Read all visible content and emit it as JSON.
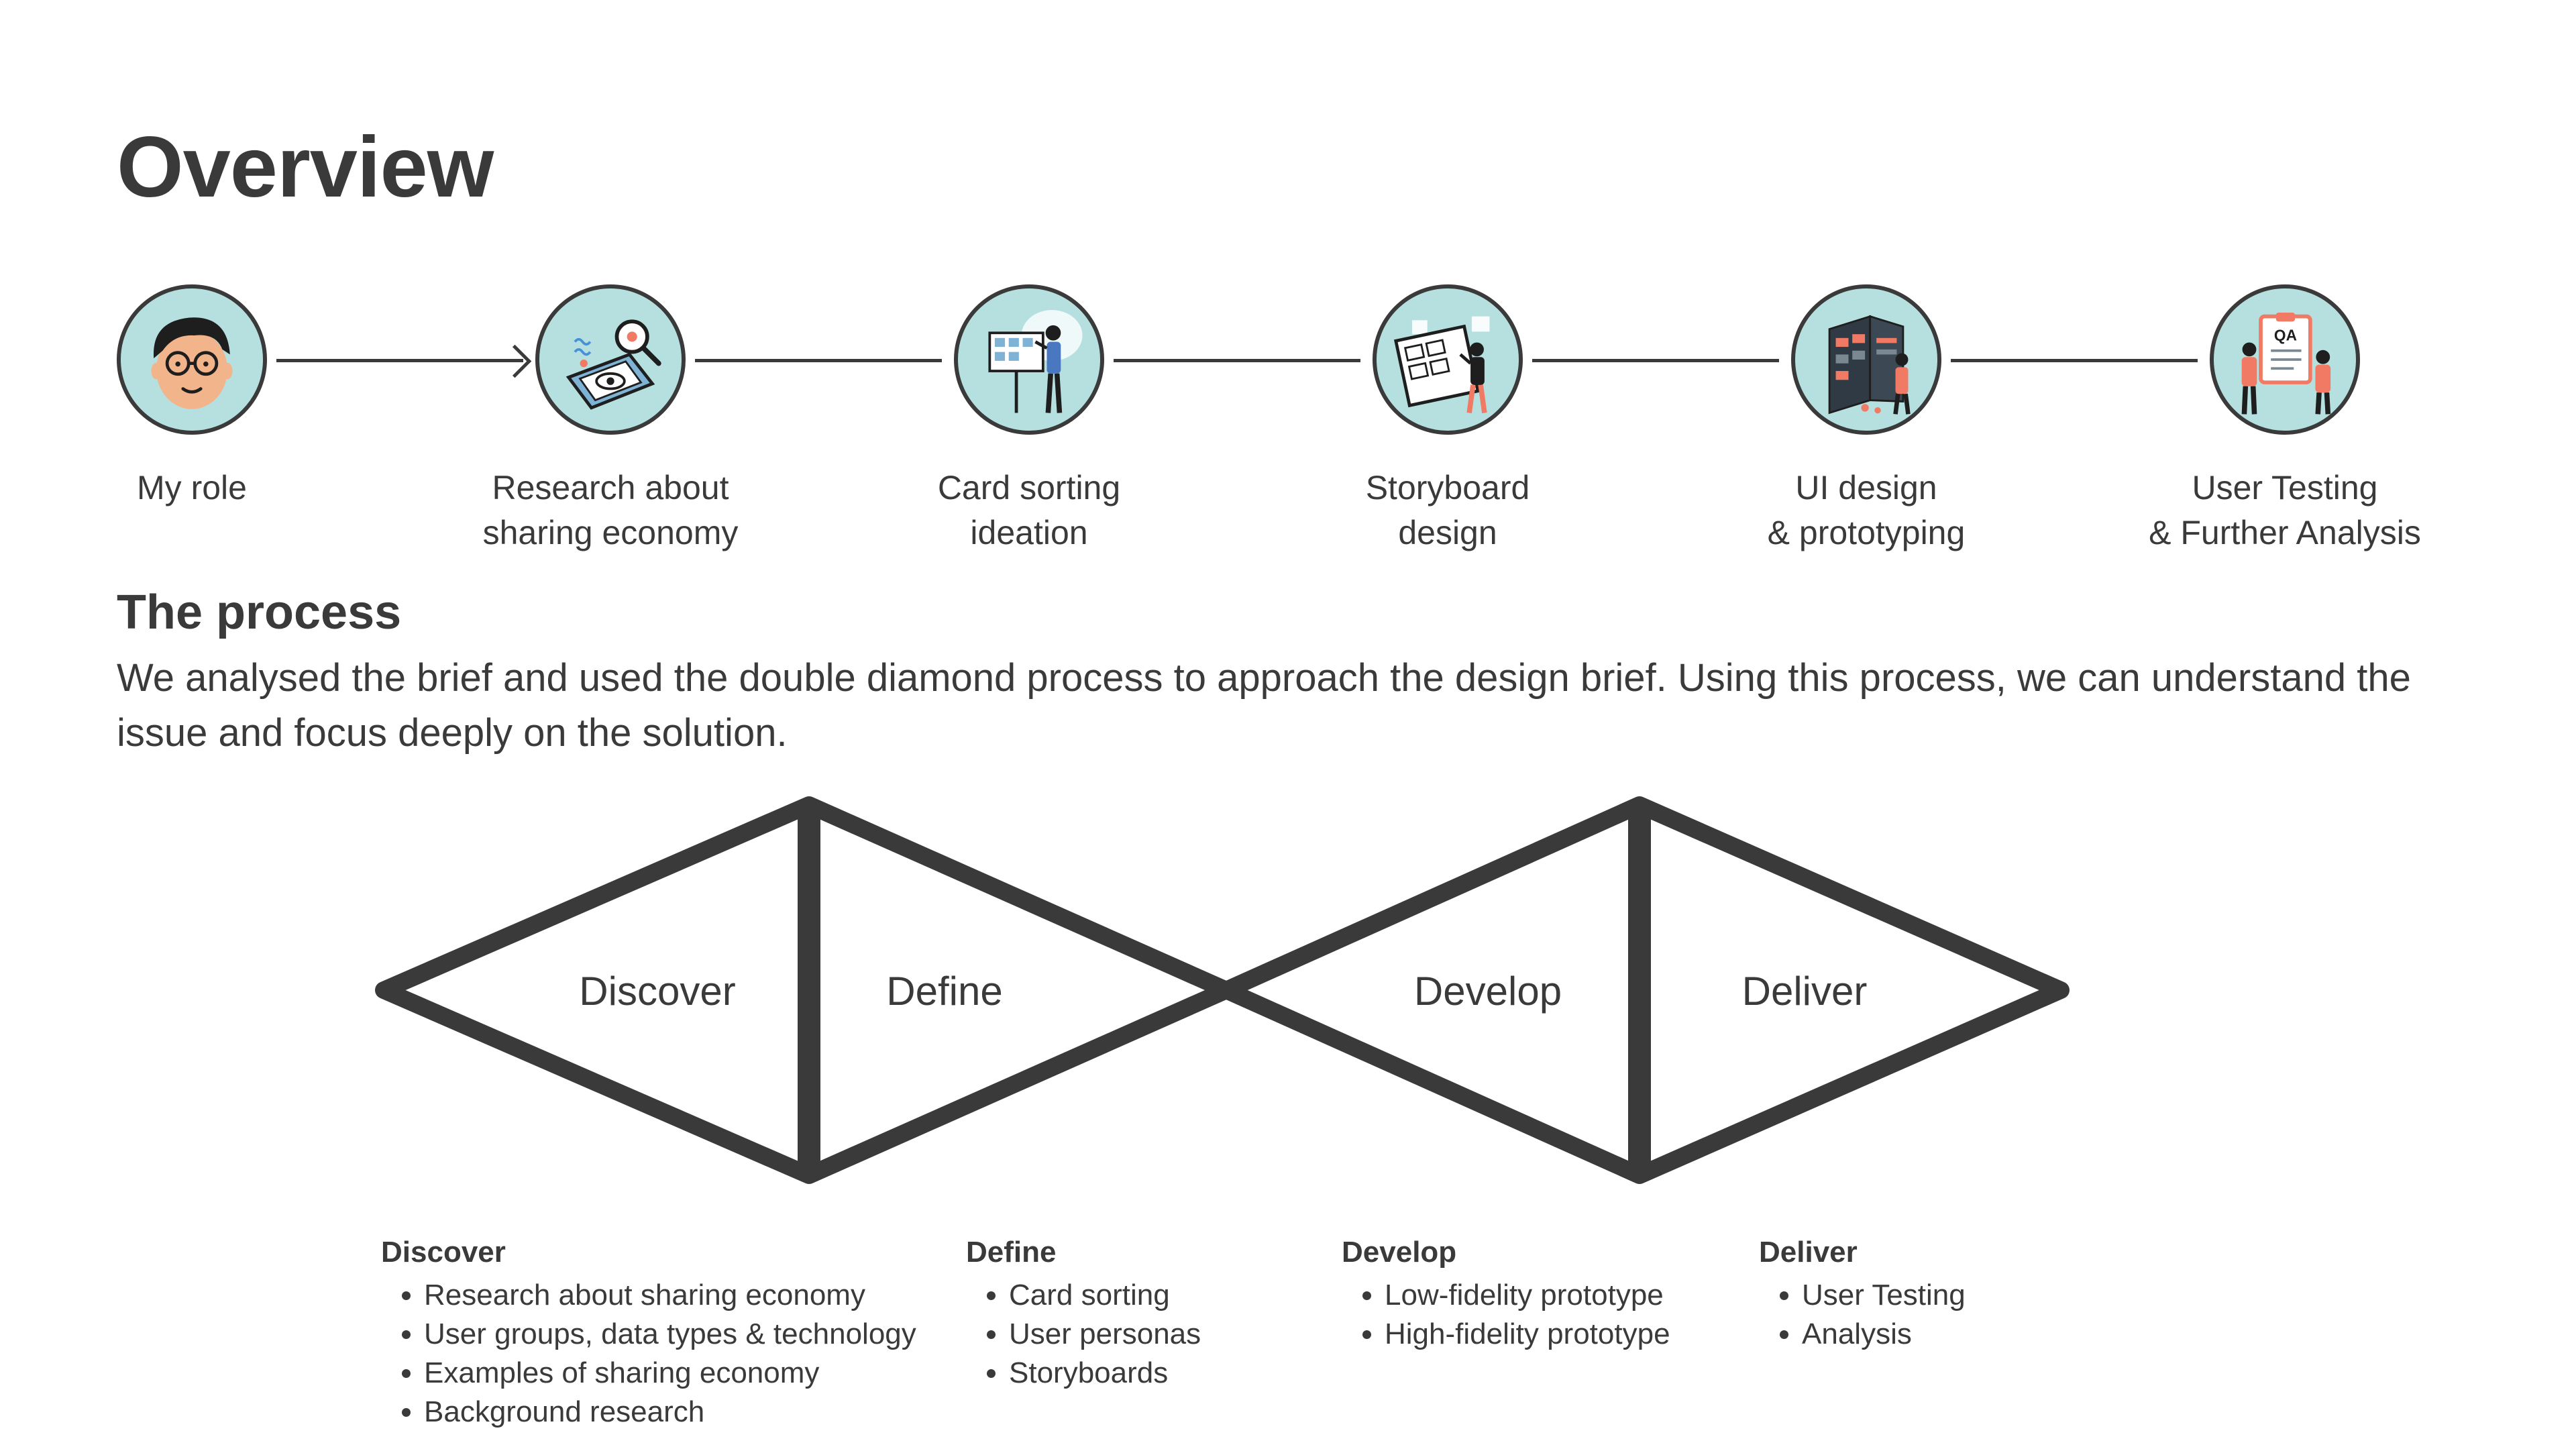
{
  "title": "Overview",
  "steps": [
    {
      "label": "My role",
      "icon": "avatar-icon"
    },
    {
      "label": "Research about\nsharing economy",
      "icon": "research-icon"
    },
    {
      "label": "Card sorting\nideation",
      "icon": "card-sorting-icon"
    },
    {
      "label": "Storyboard\ndesign",
      "icon": "storyboard-icon"
    },
    {
      "label": "UI design\n& prototyping",
      "icon": "ui-design-icon"
    },
    {
      "label": "User Testing\n& Further Analysis",
      "icon": "qa-icon"
    }
  ],
  "process": {
    "heading": "The process",
    "description": "We analysed the brief and used the double diamond process to approach the design brief. Using this process, we can understand the issue and focus deeply on the solution."
  },
  "diamond": {
    "phases": [
      "Discover",
      "Define",
      "Develop",
      "Deliver"
    ]
  },
  "phase_details": [
    {
      "title": "Discover",
      "items": [
        "Research about sharing economy",
        "User groups, data types & technology",
        "Examples of sharing economy",
        "Background research"
      ]
    },
    {
      "title": "Define",
      "items": [
        "Card sorting",
        "User personas",
        "Storyboards"
      ]
    },
    {
      "title": "Develop",
      "items": [
        "Low-fidelity prototype",
        "High-fidelity prototype"
      ]
    },
    {
      "title": "Deliver",
      "items": [
        "User Testing",
        "Analysis"
      ]
    }
  ],
  "colors": {
    "ink": "#3a3a3a",
    "circle_fill": "#b5e0df",
    "accent": "#f07a63"
  },
  "qa_badge": "QA"
}
